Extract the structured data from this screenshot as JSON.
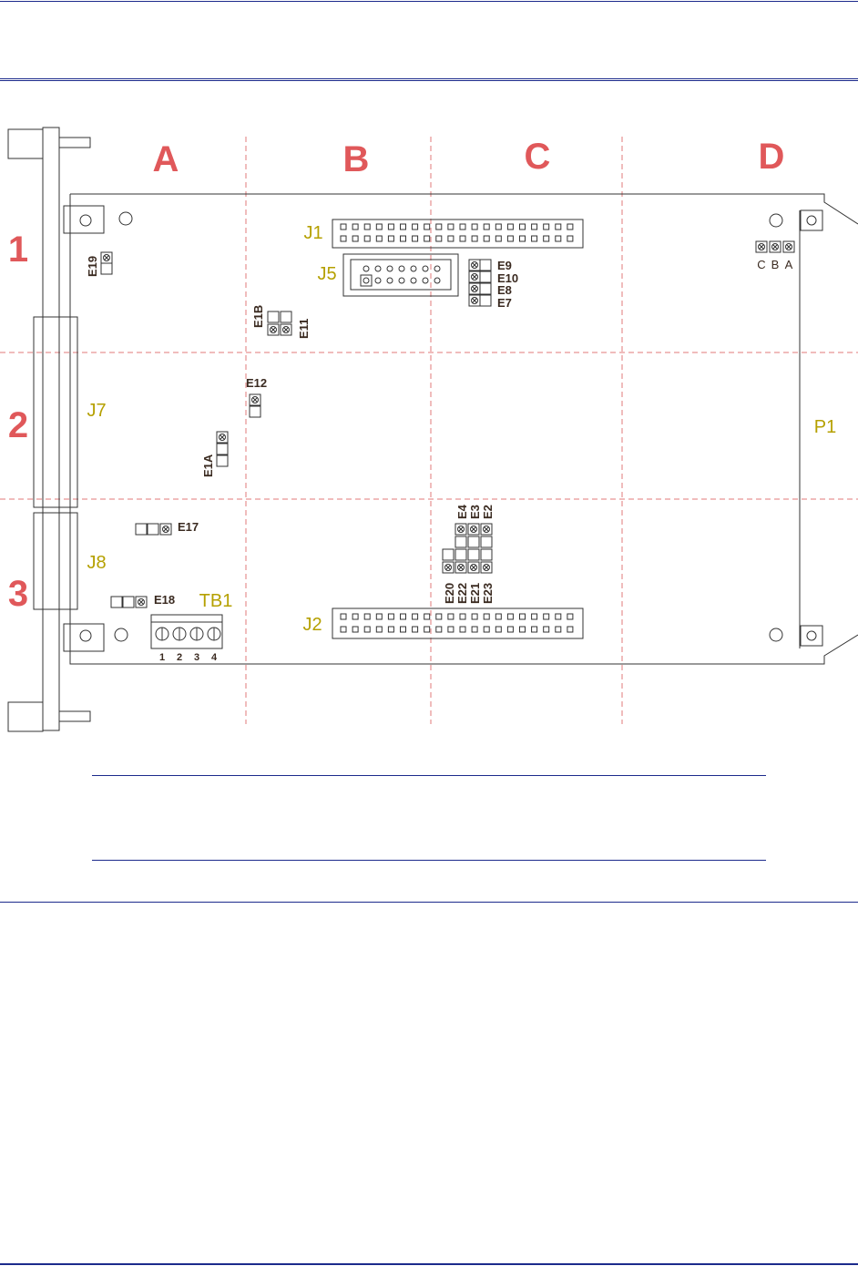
{
  "colors": {
    "rule": "#1c2a8c",
    "grid_label": "#e0585a",
    "grid_line": "#e07a7a",
    "connector_label": "#b5a000",
    "jumper_label": "#3a2a20",
    "outline": "#333333"
  },
  "grid": {
    "columns": [
      "A",
      "B",
      "C",
      "D"
    ],
    "rows": [
      "1",
      "2",
      "3"
    ]
  },
  "connectors": {
    "j1": "J1",
    "j2": "J2",
    "j5": "J5",
    "j7": "J7",
    "j8": "J8",
    "p1": "P1",
    "tb1": "TB1"
  },
  "tb1_terminals": [
    "1",
    "2",
    "3",
    "4"
  ],
  "jumpers": {
    "e19": "E19",
    "e1b": "E1B",
    "e11": "E11",
    "e12": "E12",
    "e1a": "E1A",
    "e17": "E17",
    "e18": "E18",
    "e9": "E9",
    "e10": "E10",
    "e8": "E8",
    "e7": "E7",
    "e4": "E4",
    "e3": "E3",
    "e2": "E2",
    "e20": "E20",
    "e22": "E22",
    "e21": "E21",
    "e23": "E23",
    "cba": [
      "C",
      "B",
      "A"
    ]
  }
}
